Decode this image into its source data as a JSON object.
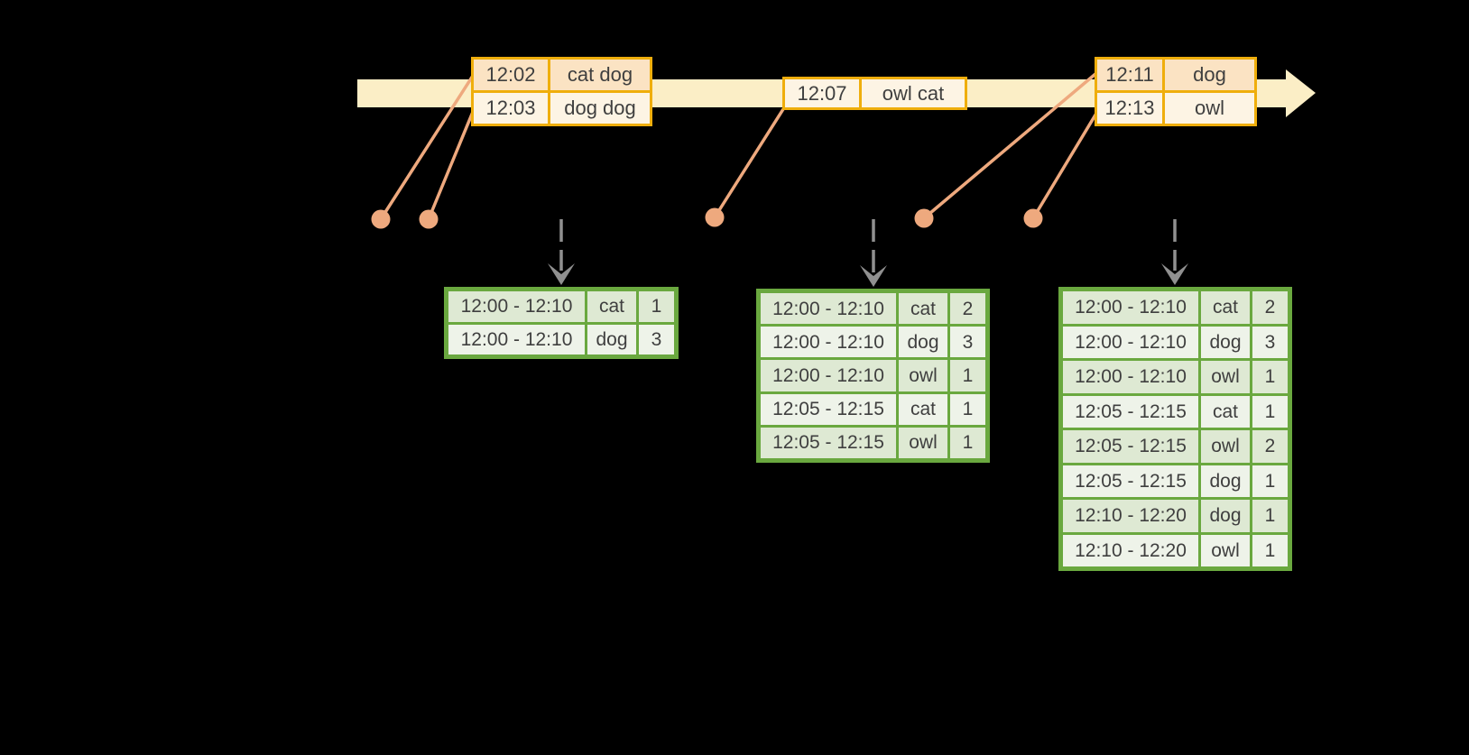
{
  "diagram": {
    "description": "Windowed grouped aggregation over an event-time stream",
    "icons": {
      "timeline_head": "right-arrowhead-icon",
      "trigger_arrow": "dashed-down-arrow-icon",
      "event_marker": "dot-icon"
    }
  },
  "event_tables": [
    {
      "rows": [
        {
          "time": "12:02",
          "words": "cat dog",
          "shade": "peach"
        },
        {
          "time": "12:03",
          "words": "dog dog",
          "shade": "cream"
        }
      ]
    },
    {
      "rows": [
        {
          "time": "12:07",
          "words": "owl cat",
          "shade": "cream"
        }
      ]
    },
    {
      "rows": [
        {
          "time": "12:11",
          "words": "dog",
          "shade": "peach"
        },
        {
          "time": "12:13",
          "words": "owl",
          "shade": "cream"
        }
      ]
    }
  ],
  "result_tables": [
    {
      "rows": [
        {
          "window": "12:00 - 12:10",
          "word": "cat",
          "count": "1"
        },
        {
          "window": "12:00 - 12:10",
          "word": "dog",
          "count": "3"
        }
      ]
    },
    {
      "rows": [
        {
          "window": "12:00 - 12:10",
          "word": "cat",
          "count": "2"
        },
        {
          "window": "12:00 - 12:10",
          "word": "dog",
          "count": "3"
        },
        {
          "window": "12:00 - 12:10",
          "word": "owl",
          "count": "1"
        },
        {
          "window": "12:05 - 12:15",
          "word": "cat",
          "count": "1"
        },
        {
          "window": "12:05 - 12:15",
          "word": "owl",
          "count": "1"
        }
      ]
    },
    {
      "rows": [
        {
          "window": "12:00 - 12:10",
          "word": "cat",
          "count": "2"
        },
        {
          "window": "12:00 - 12:10",
          "word": "dog",
          "count": "3"
        },
        {
          "window": "12:00 - 12:10",
          "word": "owl",
          "count": "1"
        },
        {
          "window": "12:05 - 12:15",
          "word": "cat",
          "count": "1"
        },
        {
          "window": "12:05 - 12:15",
          "word": "owl",
          "count": "2"
        },
        {
          "window": "12:05 - 12:15",
          "word": "dog",
          "count": "1"
        },
        {
          "window": "12:10 - 12:20",
          "word": "dog",
          "count": "1"
        },
        {
          "window": "12:10 - 12:20",
          "word": "owl",
          "count": "1"
        }
      ]
    }
  ],
  "colors": {
    "background": "#000000",
    "timeline_fill": "#fbeec6",
    "event_border": "#efae0c",
    "event_row_peach": "#fbe3c3",
    "event_row_cream": "#fdf4e4",
    "connector": "#eea97e",
    "result_border": "#6aa83f",
    "result_row_dark": "#dee9d3",
    "result_row_light": "#eef3e9",
    "trigger_arrow": "#909090",
    "text": "#3f3f3f"
  }
}
